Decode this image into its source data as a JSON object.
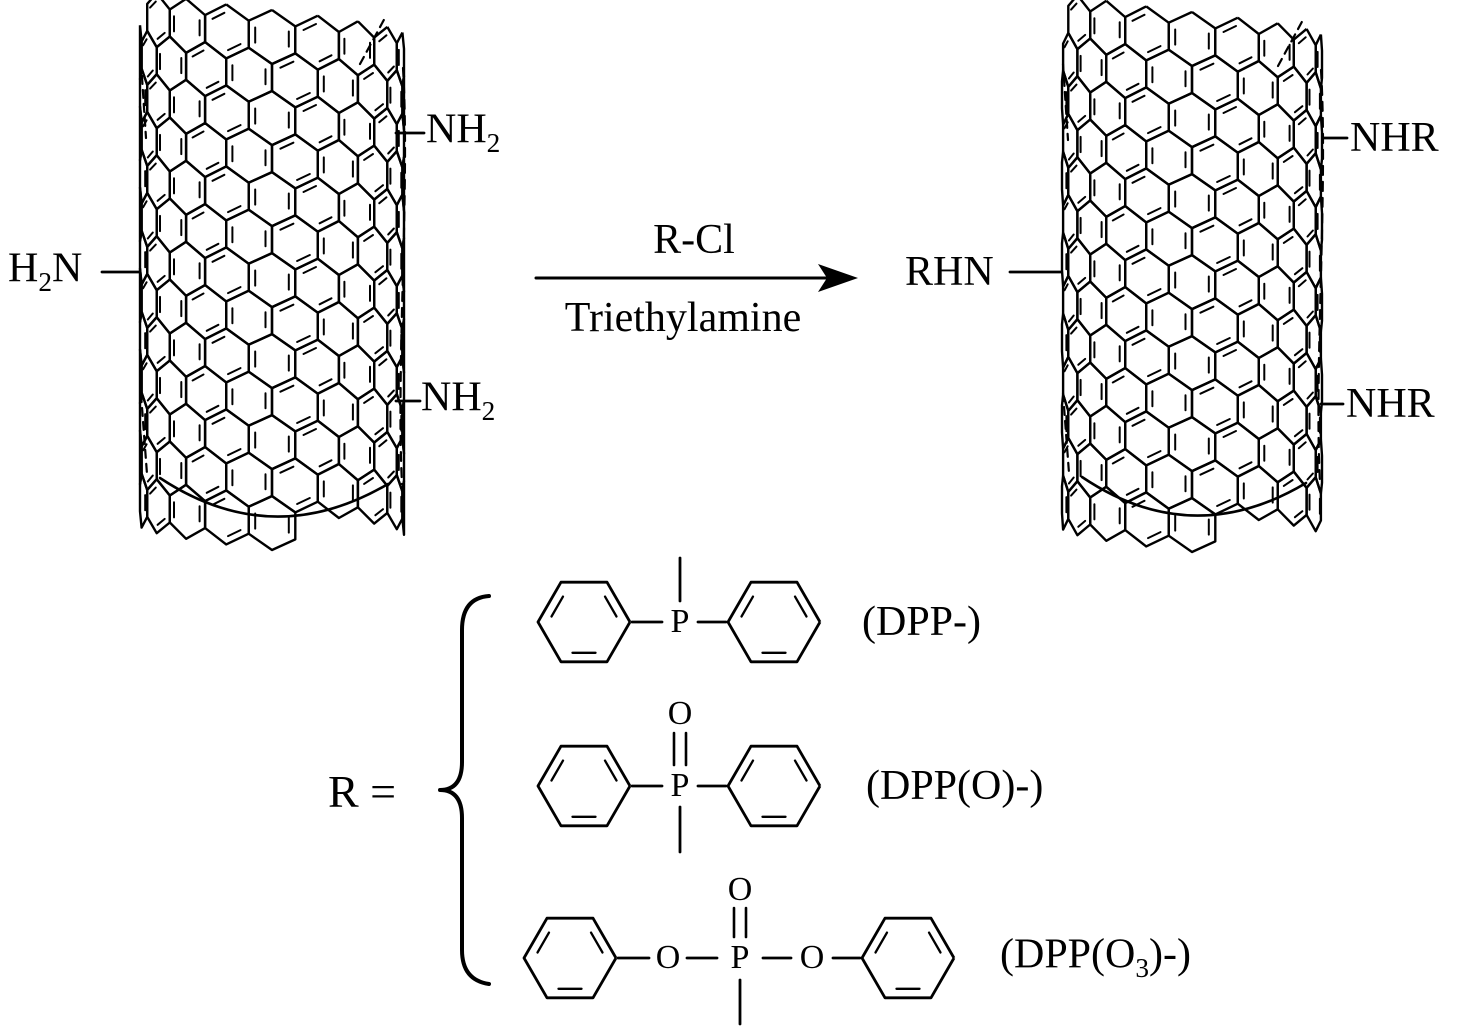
{
  "colors": {
    "ink": "#000000",
    "paper": "#ffffff"
  },
  "reaction": {
    "left_tube": {
      "labels": {
        "top_right": [
          {
            "t": "NH"
          },
          {
            "t": "2",
            "sub": true
          }
        ],
        "left": [
          {
            "t": "H"
          },
          {
            "t": "2",
            "sub": true
          },
          {
            "t": "N"
          }
        ],
        "bottom_right": [
          {
            "t": "NH"
          },
          {
            "t": "2",
            "sub": true
          }
        ]
      }
    },
    "arrow": {
      "reagent_above": "R-Cl",
      "reagent_below": "Triethylamine"
    },
    "right_tube": {
      "labels": {
        "left": [
          {
            "t": "RHN"
          }
        ],
        "top_right": [
          {
            "t": "NHR"
          }
        ],
        "bottom_right": [
          {
            "t": "NHR"
          }
        ]
      }
    }
  },
  "r_definition": {
    "lhs": "R =",
    "entries": [
      {
        "label": [
          {
            "t": "(DPP-)"
          }
        ],
        "atoms": {
          "p": "P"
        }
      },
      {
        "label": [
          {
            "t": "(DPP(O)-)"
          }
        ],
        "atoms": {
          "p": "P",
          "o": "O"
        }
      },
      {
        "label": [
          {
            "t": "(DPP(O"
          },
          {
            "t": "3",
            "sub": true
          },
          {
            "t": ")-)"
          }
        ],
        "atoms": {
          "p": "P",
          "o_double": "O",
          "o_left": "O",
          "o_right": "O"
        }
      }
    ]
  }
}
